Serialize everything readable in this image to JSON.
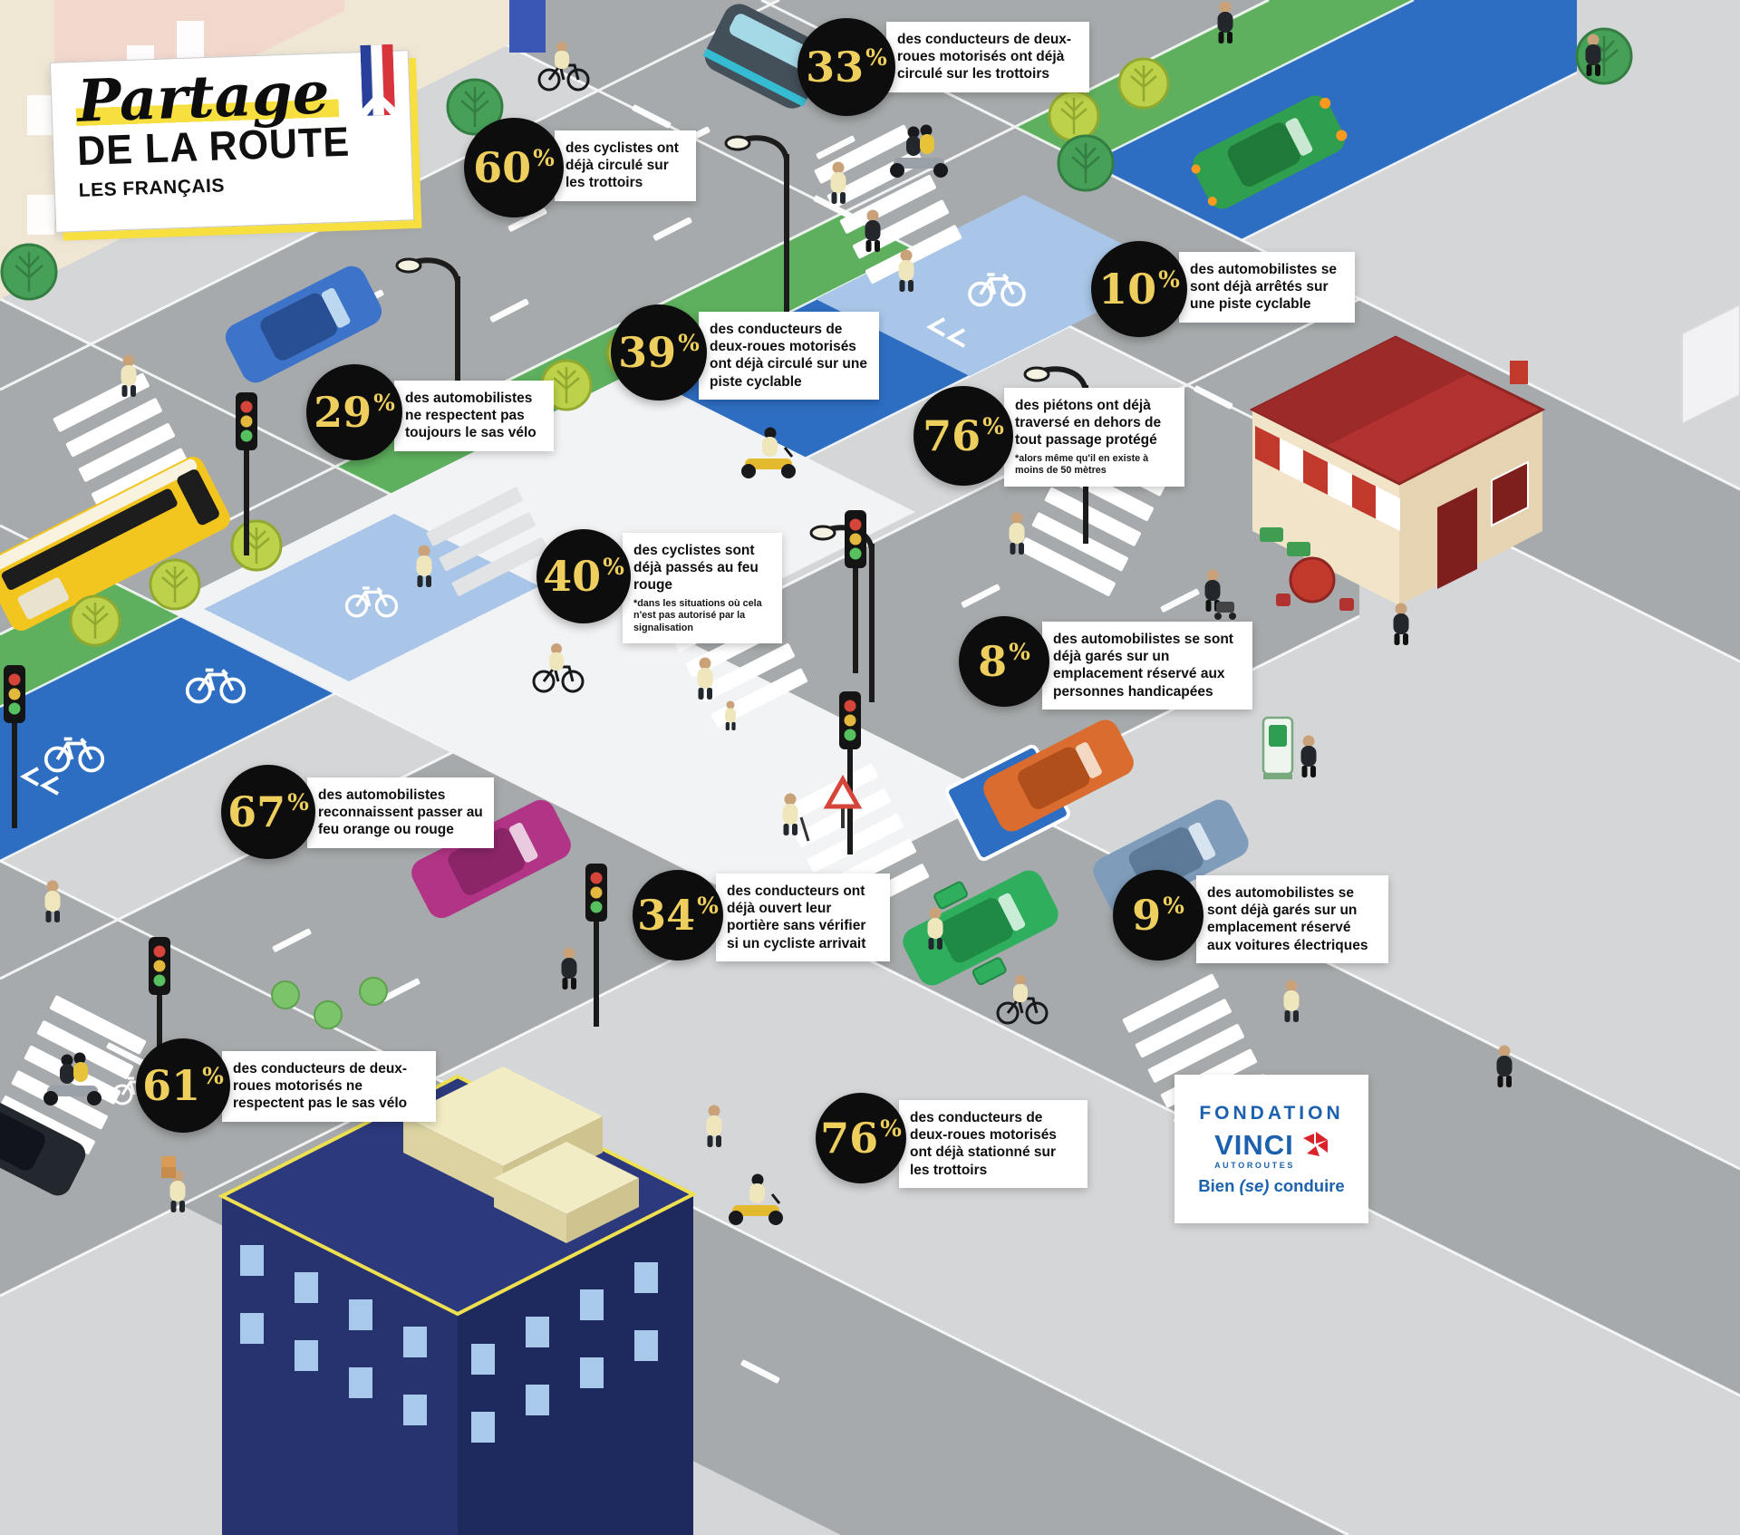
{
  "title": {
    "script": "Partage",
    "main": "DE LA ROUTE",
    "sub": "LES FRANÇAIS"
  },
  "stats": [
    {
      "id": "moto-trottoirs",
      "value": "33",
      "unit": "%",
      "text": "des conducteurs de deux-roues motorisés ont déjà circulé sur les trottoirs"
    },
    {
      "id": "cyclistes-trottoirs",
      "value": "60",
      "unit": "%",
      "text": "des cyclistes ont déjà circulé sur les trottoirs"
    },
    {
      "id": "auto-arret-piste-cyclable",
      "value": "10",
      "unit": "%",
      "text": "des automobilistes se sont déjà arrêtés sur une piste cyclable"
    },
    {
      "id": "moto-piste-cyclable",
      "value": "39",
      "unit": "%",
      "text": "des conducteurs de deux-roues motorisés ont déjà circulé sur une piste cyclable"
    },
    {
      "id": "auto-sas-velo",
      "value": "29",
      "unit": "%",
      "text": "des automobilistes ne respectent pas toujours le sas vélo"
    },
    {
      "id": "pietons-hors-passage",
      "value": "76",
      "unit": "%",
      "text": "des piétons ont déjà traversé en dehors de tout passage protégé",
      "footnote": "*alors même qu'il en existe à moins de 50 mètres"
    },
    {
      "id": "cyclistes-feu-rouge",
      "value": "40",
      "unit": "%",
      "text": "des cyclistes sont déjà passés au feu rouge",
      "footnote": "*dans les situations où cela n'est pas autorisé par la signalisation"
    },
    {
      "id": "auto-place-handicapee",
      "value": "8",
      "unit": "%",
      "text": "des automobilistes se sont déjà garés sur un emplacement réservé aux personnes handicapées"
    },
    {
      "id": "auto-feu-orange-rouge",
      "value": "67",
      "unit": "%",
      "text": "des automobilistes reconnaissent passer au feu orange ou rouge"
    },
    {
      "id": "portiere-cycliste",
      "value": "34",
      "unit": "%",
      "text": "des conducteurs ont déjà ouvert leur portière sans vérifier si un cycliste arrivait"
    },
    {
      "id": "auto-place-electrique",
      "value": "9",
      "unit": "%",
      "text": "des automobilistes se sont déjà garés sur un emplacement réservé aux voitures électriques"
    },
    {
      "id": "moto-sas-velo",
      "value": "61",
      "unit": "%",
      "text": "des conducteurs de deux-roues motorisés ne respectent pas le sas vélo"
    },
    {
      "id": "moto-stationnement-trottoirs",
      "value": "76",
      "unit": "%",
      "text": "des conducteurs de deux-roues motorisés ont déjà stationné sur les trottoirs"
    }
  ],
  "logo": {
    "fondation": "FONDATION",
    "brand": "VINCI",
    "brand_sub": "AUTOROUTES",
    "tagline_pre": "Bien ",
    "tagline_it": "(se)",
    "tagline_post": " conduire"
  },
  "scene": {
    "elements": [
      "yellow-bus",
      "blue-car",
      "green-car-on-bike-lane",
      "autonomous-shuttle",
      "magenta-car",
      "orange-car",
      "steel-blue-car",
      "green-car-open-doors",
      "dark-car",
      "scooters",
      "cyclists",
      "pedestrians",
      "bike-lanes",
      "crosswalks",
      "disabled-parking-spot",
      "ev-charging-station",
      "cafe",
      "buildings",
      "trees",
      "traffic-lights",
      "street-lamps",
      "french-flag-ribbon"
    ]
  },
  "colors": {
    "accent_yellow": "#f6df3f",
    "stat_gold": "#eecf5d",
    "stat_black": "#0d0d0d",
    "bike_blue": "#2e6ec2",
    "road_gray": "#a7aaac",
    "logo_blue": "#1b61ad",
    "logo_red": "#d8232a"
  }
}
